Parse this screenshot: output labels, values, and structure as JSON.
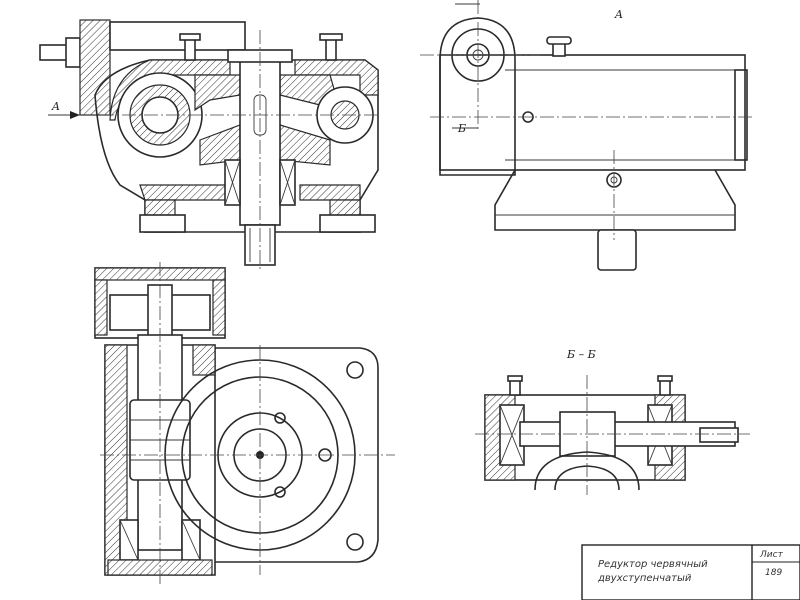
{
  "labels": {
    "view_a": "A",
    "arrow_a": "A",
    "arrow_b": "Б",
    "section": "Б – Б"
  },
  "title_block": {
    "name_line1": "Редуктор червячный",
    "name_line2": "двухступенчатый",
    "sheet_label": "Лист",
    "sheet_no": "189"
  },
  "colors": {
    "ink": "#2a2a2a",
    "paper": "#ffffff"
  }
}
